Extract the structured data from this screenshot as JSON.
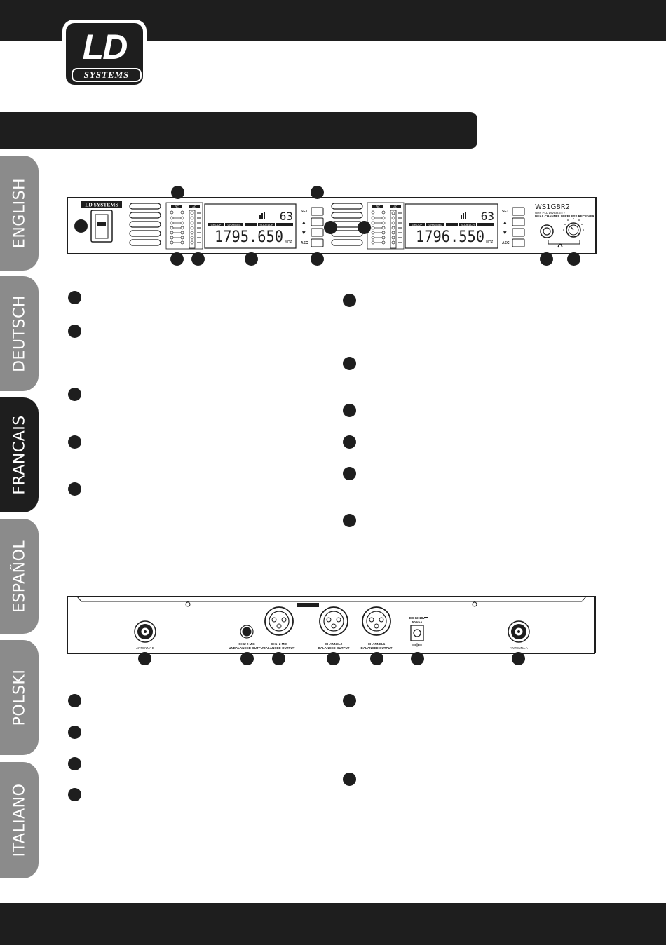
{
  "header": {
    "logo": {
      "main": "LD",
      "sub": "SYSTEMS"
    }
  },
  "sidebar": {
    "tabs": [
      {
        "label": "ENGLISH",
        "active": false
      },
      {
        "label": "DEUTSCH",
        "active": false
      },
      {
        "label": "FRANCAIS",
        "active": true
      },
      {
        "label": "ESPAÑOL",
        "active": false
      },
      {
        "label": "POLSKI",
        "active": false
      },
      {
        "label": "ITALIANO",
        "active": false
      }
    ]
  },
  "front_panel": {
    "brand": "LD SYSTEMS",
    "model": "WS1G8R2",
    "model_sub1": "UHF PLL DIVERSITY",
    "model_sub2": "DUAL CHANNEL WIRELESS RECEIVER",
    "meter_rf": "RF",
    "meter_af": "AF",
    "lcd_tags": [
      "GROUP",
      "CHANNEL",
      "SQUELCH"
    ],
    "receiver_a": {
      "channel": "63",
      "frequency": "1795.650",
      "unit": "MHz"
    },
    "receiver_b": {
      "channel": "63",
      "frequency": "1796.550",
      "unit": "MHz"
    },
    "buttons": {
      "set": "SET",
      "up": "▲",
      "down": "▼",
      "asc": "ASC"
    }
  },
  "rear_panel": {
    "antenna_b": "ANTENNA B",
    "mix_unbalanced": [
      "CH1+2 MIX",
      "UNBALANCED OUTPUT"
    ],
    "mix_balanced": [
      "CH1+2 MIX",
      "BALANCED OUTPUT"
    ],
    "ch2_balanced": [
      "CHANNEL2",
      "BALANCED OUTPUT"
    ],
    "ch1_balanced": [
      "CHANNEL1",
      "BALANCED OUTPUT"
    ],
    "power": [
      "DC 12-18V",
      "500mA"
    ],
    "antenna_a": "ANTENNA A"
  },
  "colors": {
    "dark": "#1e1e1e",
    "tab_inactive": "#8b8b8b",
    "background": "#ffffff"
  }
}
